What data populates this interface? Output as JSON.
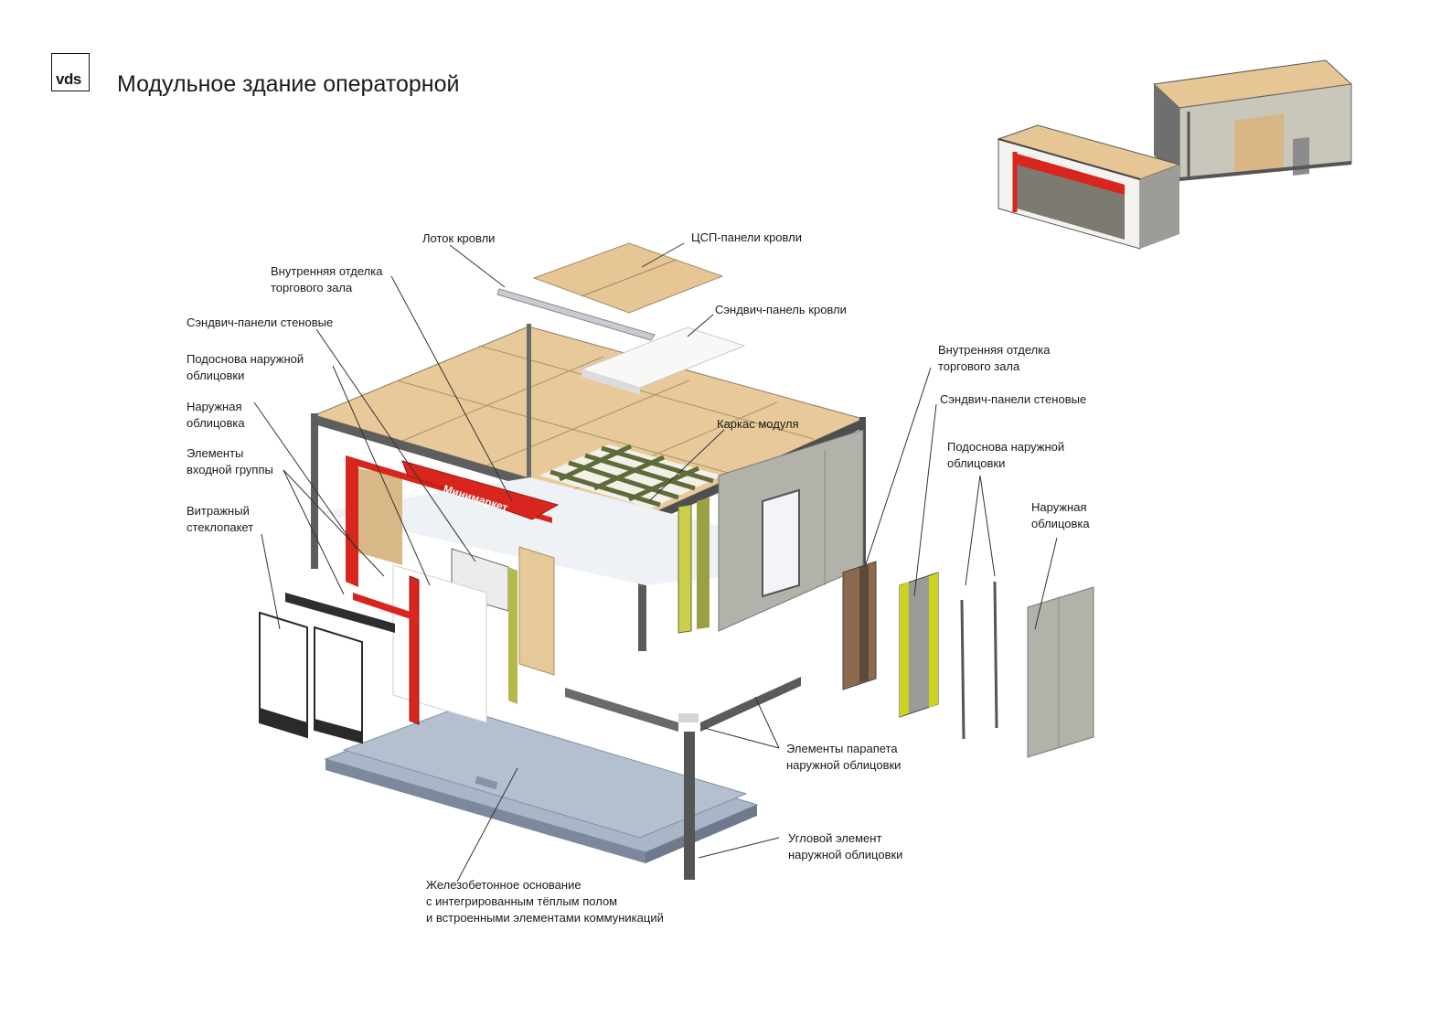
{
  "logo": {
    "text": "vds"
  },
  "title": "Модульное здание операторной",
  "sign_text": "Минимаркет",
  "colors": {
    "roof_osb": "#e8c999",
    "frame": "#5e5e5e",
    "accent_red": "#d8261e",
    "panel_grey": "#b2b2aa",
    "base": "#9aa8bc",
    "yellow_edge": "#cbd320",
    "leader": "#333333"
  },
  "labels": {
    "roof_tray": "Лоток кровли",
    "roof_panels_csp": "ЦСП-панели кровли",
    "interior_finish_left": "Внутренняя отделка\nторгового зала",
    "roof_sandwich": "Сэндвич-панель кровли",
    "wall_sandwich_left": "Сэндвич-панели стеновые",
    "cladding_base_left": "Подоснова наружной\nоблицовки",
    "cladding_left": "Наружная\nоблицовка",
    "entrance_elements": "Элементы\nвходной группы",
    "glazing": "Витражный\nстеклопакет",
    "module_frame": "Каркас модуля",
    "interior_finish_right": "Внутренняя отделка\nторгового зала",
    "wall_sandwich_right": "Сэндвич-панели стеновые",
    "cladding_base_right": "Подоснова наружной\nоблицовки",
    "cladding_right": "Наружная\nоблицовка",
    "parapet": "Элементы парапета\nнаружной облицовки",
    "corner": "Угловой элемент\nнаружной облицовки",
    "foundation": "Железобетонное основание\nс интегрированным тёплым полом\nи встроенными элементами коммуникаций"
  }
}
